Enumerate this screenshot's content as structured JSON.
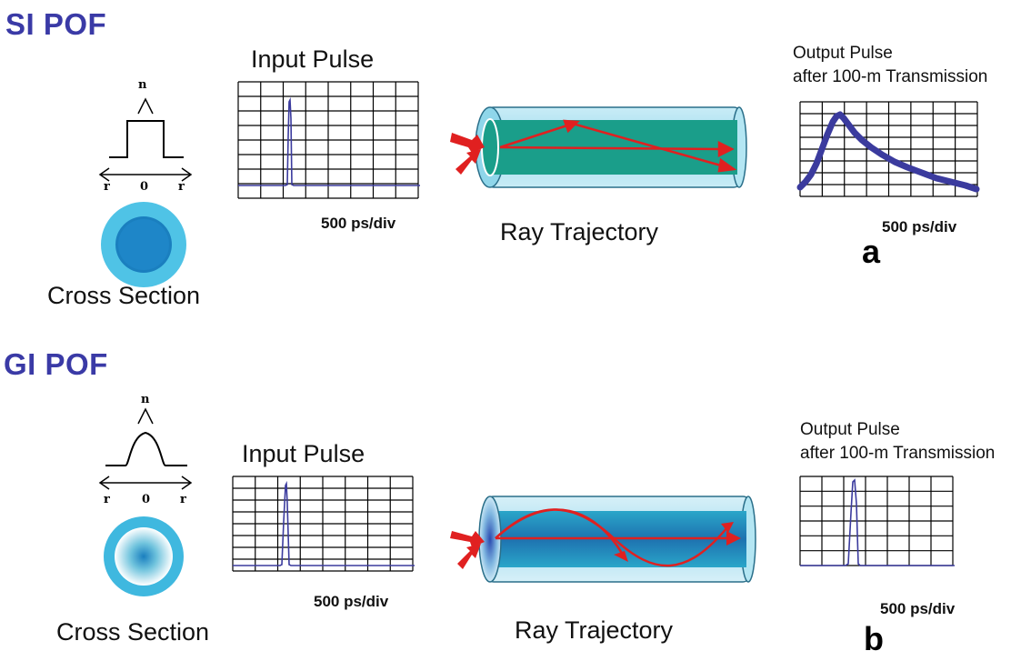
{
  "panel_a": {
    "title": "SI POF",
    "index_label": "n",
    "axis_left": "r",
    "axis_center": "0",
    "axis_right": "r",
    "cross_section_label": "Cross Section",
    "input_title": "Input Pulse",
    "input_scale": "500 ps/div",
    "ray_label": "Ray Trajectory",
    "output_title_line1": "Output Pulse",
    "output_title_line2": "after 100-m Transmission",
    "output_scale": "500 ps/div",
    "panel_letter": "a"
  },
  "panel_b": {
    "title": "GI POF",
    "index_label": "n",
    "axis_left": "r",
    "axis_center": "0",
    "axis_right": "r",
    "cross_section_label": "Cross Section",
    "input_title": "Input Pulse",
    "input_scale": "500 ps/div",
    "ray_label": "Ray Trajectory",
    "output_title_line1": "Output Pulse",
    "output_title_line2": "after 100-m Transmission",
    "output_scale": "500 ps/div",
    "panel_letter": "b"
  },
  "colors": {
    "title": "#3a3aa6",
    "pulse": "#3b3b9e",
    "ray": "#e02020",
    "cladding": "#4fc3e6",
    "si_core": "#1a8fa0",
    "grid": "#000000"
  }
}
